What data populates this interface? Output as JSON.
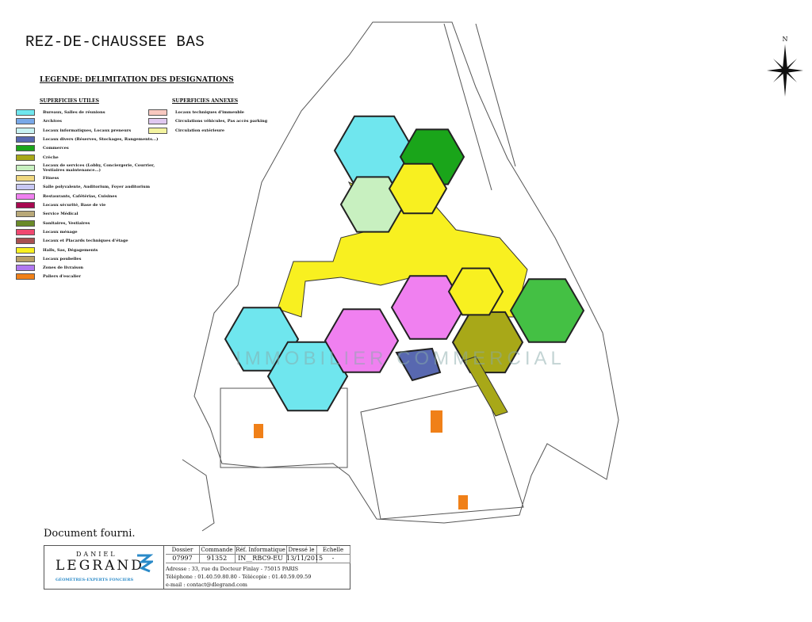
{
  "title": "REZ-DE-CHAUSSEE BAS",
  "legend": {
    "title": "LEGENDE: DELIMITATION DES DESIGNATIONS",
    "utiles_heading": "SUPERFICIES UTILES",
    "annexes_heading": "SUPERFICIES ANNEXES",
    "utiles": [
      {
        "label": "Bureaux, Salles de réunions",
        "color": "#6fe6ee"
      },
      {
        "label": "Archives",
        "color": "#78a8e8"
      },
      {
        "label": "Locaux informatiques, Locaux preneurs",
        "color": "#c8f2f2"
      },
      {
        "label": "Locaux divers (Réserves, Stockages, Rangements...)",
        "color": "#5868b0"
      },
      {
        "label": "Commerces",
        "color": "#1aa51a"
      },
      {
        "label": "Crèche",
        "color": "#a8a818"
      },
      {
        "label": "Locaux de services (Lobby, Conciergerie, Courrier,\nVestiaires maintenance...)",
        "color": "#c8f0c0"
      },
      {
        "label": "Fitness",
        "color": "#f0d880"
      },
      {
        "label": "Salle polyvalente, Auditorium, Foyer auditorium",
        "color": "#c8c8f4"
      },
      {
        "label": "Restaurants, Cafétérias, Cuisines",
        "color": "#f080f0"
      },
      {
        "label": "Locaux sécurité, Base de vie",
        "color": "#a80850"
      },
      {
        "label": "Service Médical",
        "color": "#b8a878"
      },
      {
        "label": "Sanitaires, Vestiaires",
        "color": "#6a8a28"
      },
      {
        "label": "Locaux ménage",
        "color": "#f04870"
      },
      {
        "label": "Locaux et Placards techniques d'étage",
        "color": "#a85050"
      },
      {
        "label": "Halls, Sas, Dégagements",
        "color": "#f8f020"
      },
      {
        "label": "Locaux poubelles",
        "color": "#b8a068"
      },
      {
        "label": "Zones de livraison",
        "color": "#b078f0"
      },
      {
        "label": "Paliers d'escalier",
        "color": "#f08018"
      }
    ],
    "annexes": [
      {
        "label": "Locaux techniques d'immeuble",
        "color": "#f8c8c0"
      },
      {
        "label": "Circulations véhicules, Pas accès parking",
        "color": "#e0c8f0"
      },
      {
        "label": "Circulation extérieure",
        "color": "#f4f4a0"
      }
    ]
  },
  "north_label": "N",
  "watermark": "IMMOBILIER COMMERCIAL",
  "document_note": "Document fourni.",
  "title_block": {
    "logo_top": "DANIEL",
    "logo_main": "LEGRAND",
    "logo_sub": "GÉOMÈTRES-EXPERTS FONCIERS",
    "headers": [
      "Dossier",
      "Commande",
      "Réf. Informatique",
      "Dressé le",
      "Echelle"
    ],
    "values": [
      "07997",
      "91352",
      "IN__RBC9-EU",
      "13/11/2015",
      "-"
    ],
    "address": "Adresse : 33, rue du Docteur Finlay - 75015 PARIS",
    "phone": "Téléphone : 01.40.59.80.80  -  Télécopie : 01.40.59.09.59",
    "email": "e-mail : contact@dlegrand.com"
  }
}
